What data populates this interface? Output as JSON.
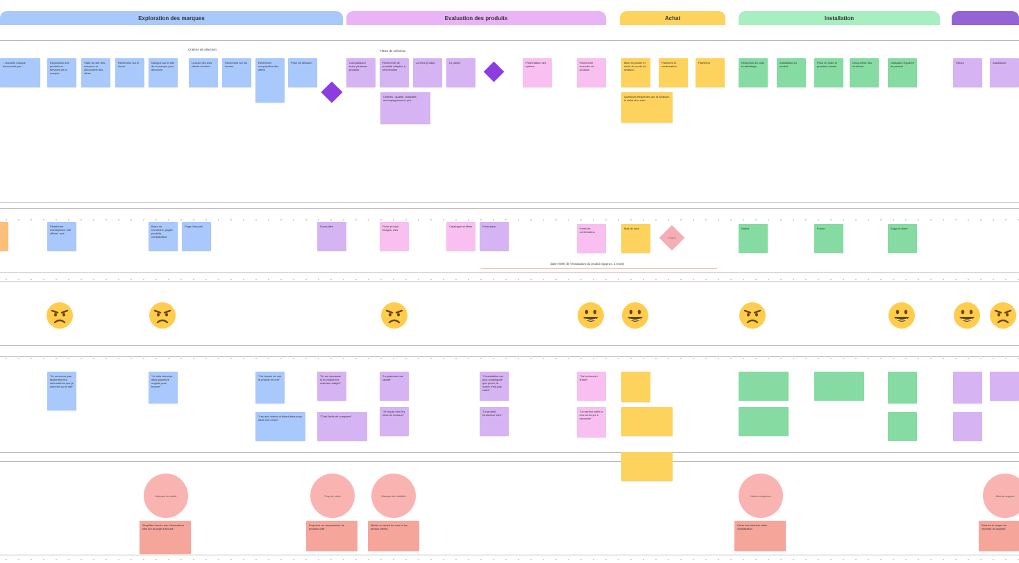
{
  "colors": {
    "blue": "#a9c8fb",
    "purple": "#d6b3f3",
    "pink": "#f8bff0",
    "yellow": "#fdd35d",
    "green": "#86dba3",
    "salmon": "#f6a59b"
  },
  "phases": [
    {
      "label": "Exploration des marques"
    },
    {
      "label": "Evaluation des produits"
    },
    {
      "label": "Achat"
    },
    {
      "label": "Installation"
    },
    {
      "label": ""
    }
  ],
  "labels": {
    "criteres": "Critères de sélection",
    "filtres": "Filtres de sélection",
    "connector": "date réelle de l'évaluation du produit (approx. 1 mois)"
  },
  "row1_stickies": [
    "...nouvelle marque découverte par ...",
    "Exploration des produits et services de la marque",
    "Visite du site des marques et découverte des offres",
    "Recherche sur le forum",
    "Navigue sur le site de la marque pour découvrir",
    "Lecture des avis clients et notes",
    "Recherche sur les forums",
    "Recherche comparative des offres",
    "Prise de décision",
    "Comparaison entre plusieurs produits",
    "Recherche de produits adaptés à ses besoins",
    "La fiche produit",
    "Le panier",
    "Présentation des options",
    "Recherche avancée de produits",
    "Mise en panier et choix du mode de livraison",
    "Paiement et confirmation",
    "Paiement",
    "Réception du colis et déballage",
    "Installation du produit",
    "Prise en main et premiers essais",
    "Découverte des fonctions",
    "Utilisation régulière du produit",
    "Retour",
    "Assistance"
  ],
  "row1_extras": [
    "Critères : qualité, durabilité, accompagnement, prix",
    "Questions fréquentes sur la livraison, le délai et le suivi"
  ],
  "row2_stickies": [
    "...",
    "Plateforme marketplace, site officiel, avis",
    "Barre de recherche, pages produits, comparateur",
    "Page d'accueil",
    "Formulaire",
    "Fiche produit, images, avis",
    "Catalogue et filtres",
    "Formulaire",
    "Email de confirmation",
    "Mail de suivi",
    "Notice",
    "Forum",
    "Support client"
  ],
  "row2_diamond": "Livraison",
  "row4_comments": [
    "\"Je ne trouve pas facilement les informations que je cherche sur le site\"",
    "\"Je dois chercher dans plusieurs onglets pour trouver\"",
    "\"J'ai besoin de voir le produit en vrai\"",
    "\"Les avis clients m'aident beaucoup dans mon choix\"",
    "\"Je me demande si le produit est vraiment adapté\"",
    "\"C'est facile de comparer\"",
    "\"Le paiement est rapide\"",
    "\"Je reçois bien les infos de livraison\"",
    "\"L'installation est plus compliquée que prévu, la notice n'est pas claire\"",
    "\"Le produit fonctionne bien\"",
    "\"J'ai eu besoin d'aide\"",
    "\"Le service client a mis du temps à répondre\""
  ],
  "opportunities": [
    "Manque de clarté",
    "Trop de choix",
    "Manque de visibilité",
    "Notice complexe",
    "Attente support"
  ],
  "opportunity_notes": [
    "Simplifier l'accès aux informations clés sur la page d'accueil",
    "Proposer un comparateur de produits clair",
    "Mettre en avant les avis et les photos clients",
    "Créer des tutoriels vidéo d'installation",
    "Réduire le temps de réponse du support"
  ]
}
